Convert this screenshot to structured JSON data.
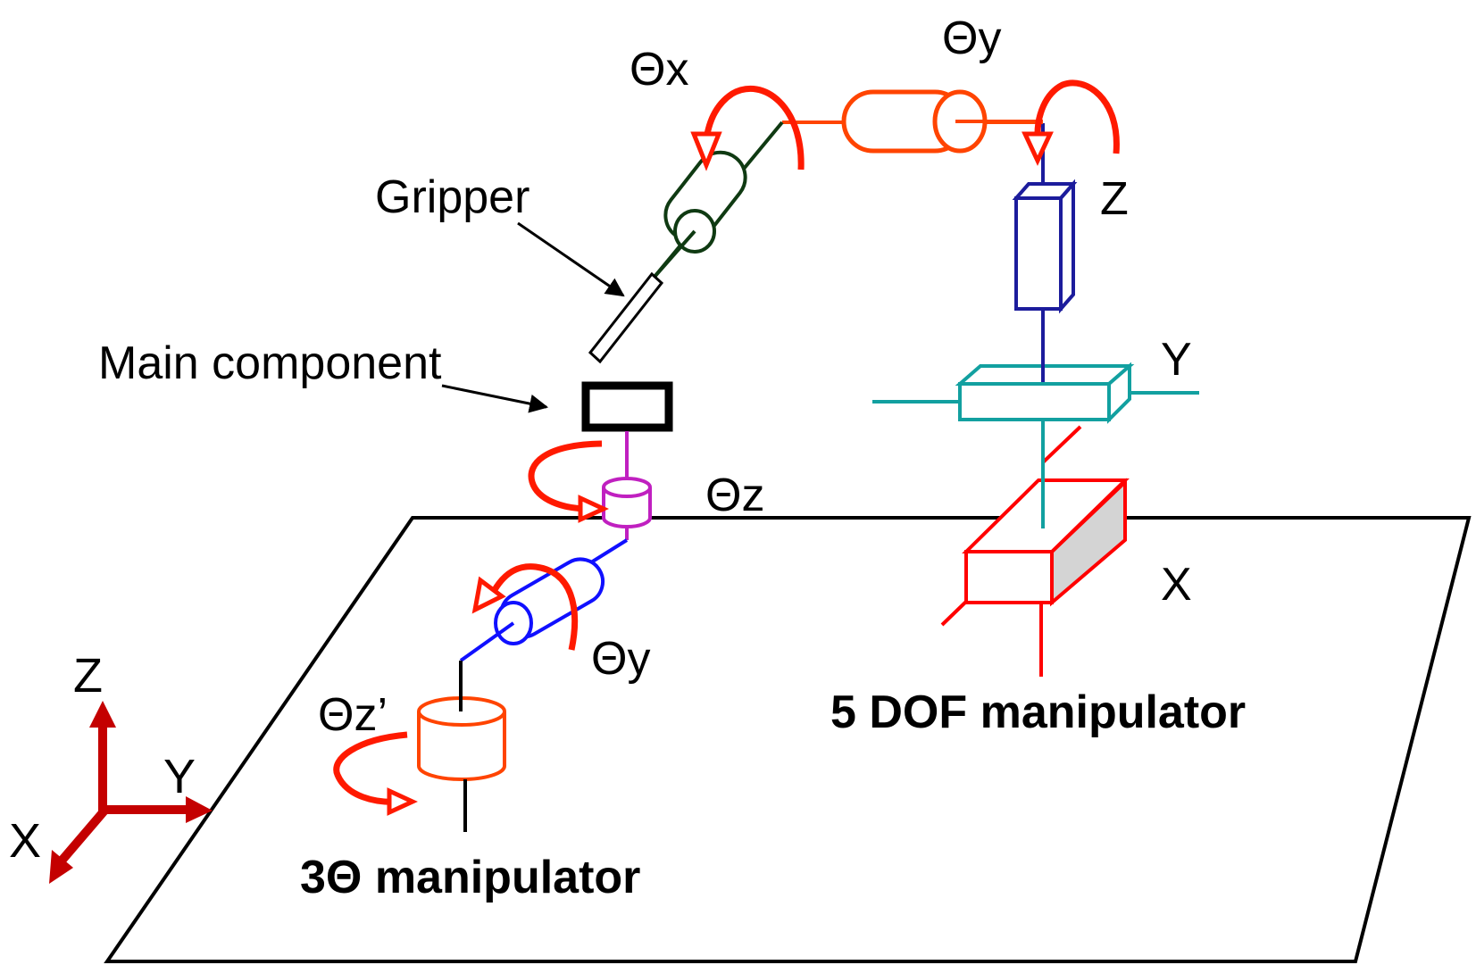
{
  "diagram": {
    "title": "",
    "labels": {
      "gripper": "Gripper",
      "main_component": "Main component",
      "manipulator_5dof": "5 DOF manipulator",
      "manipulator_3theta": "3Θ manipulator",
      "theta_x_top": "Θx",
      "theta_y_top": "Θy",
      "z_axis_top": "Z",
      "y_axis_stage": "Y",
      "x_axis_stage": "X",
      "theta_z": "Θz",
      "theta_y_bottom": "Θy",
      "theta_z_prime": "Θz’",
      "frame_z": "Z",
      "frame_y": "Y",
      "frame_x": "X"
    },
    "components": [
      {
        "name": "5 DOF manipulator",
        "joints": [
          "X linear",
          "Y linear",
          "Z linear",
          "Θy rotation",
          "Θx rotation"
        ]
      },
      {
        "name": "3Θ manipulator",
        "joints": [
          "Θz’ rotation",
          "Θy rotation",
          "Θz rotation"
        ]
      }
    ],
    "colors": {
      "rotation_arrow": "#ff1a00",
      "orange_joint": "#ff4400",
      "green_joint": "#0f3a12",
      "blue_z_stage": "#1c1c9c",
      "cyan_y_stage": "#12a0a0",
      "red_x_stage": "#ff0000",
      "magenta_joint": "#c020c0",
      "blue_joint": "#1010ff",
      "frame_axes": "#c40000",
      "floor": "#000000",
      "shade": "#d4d4d4"
    }
  }
}
